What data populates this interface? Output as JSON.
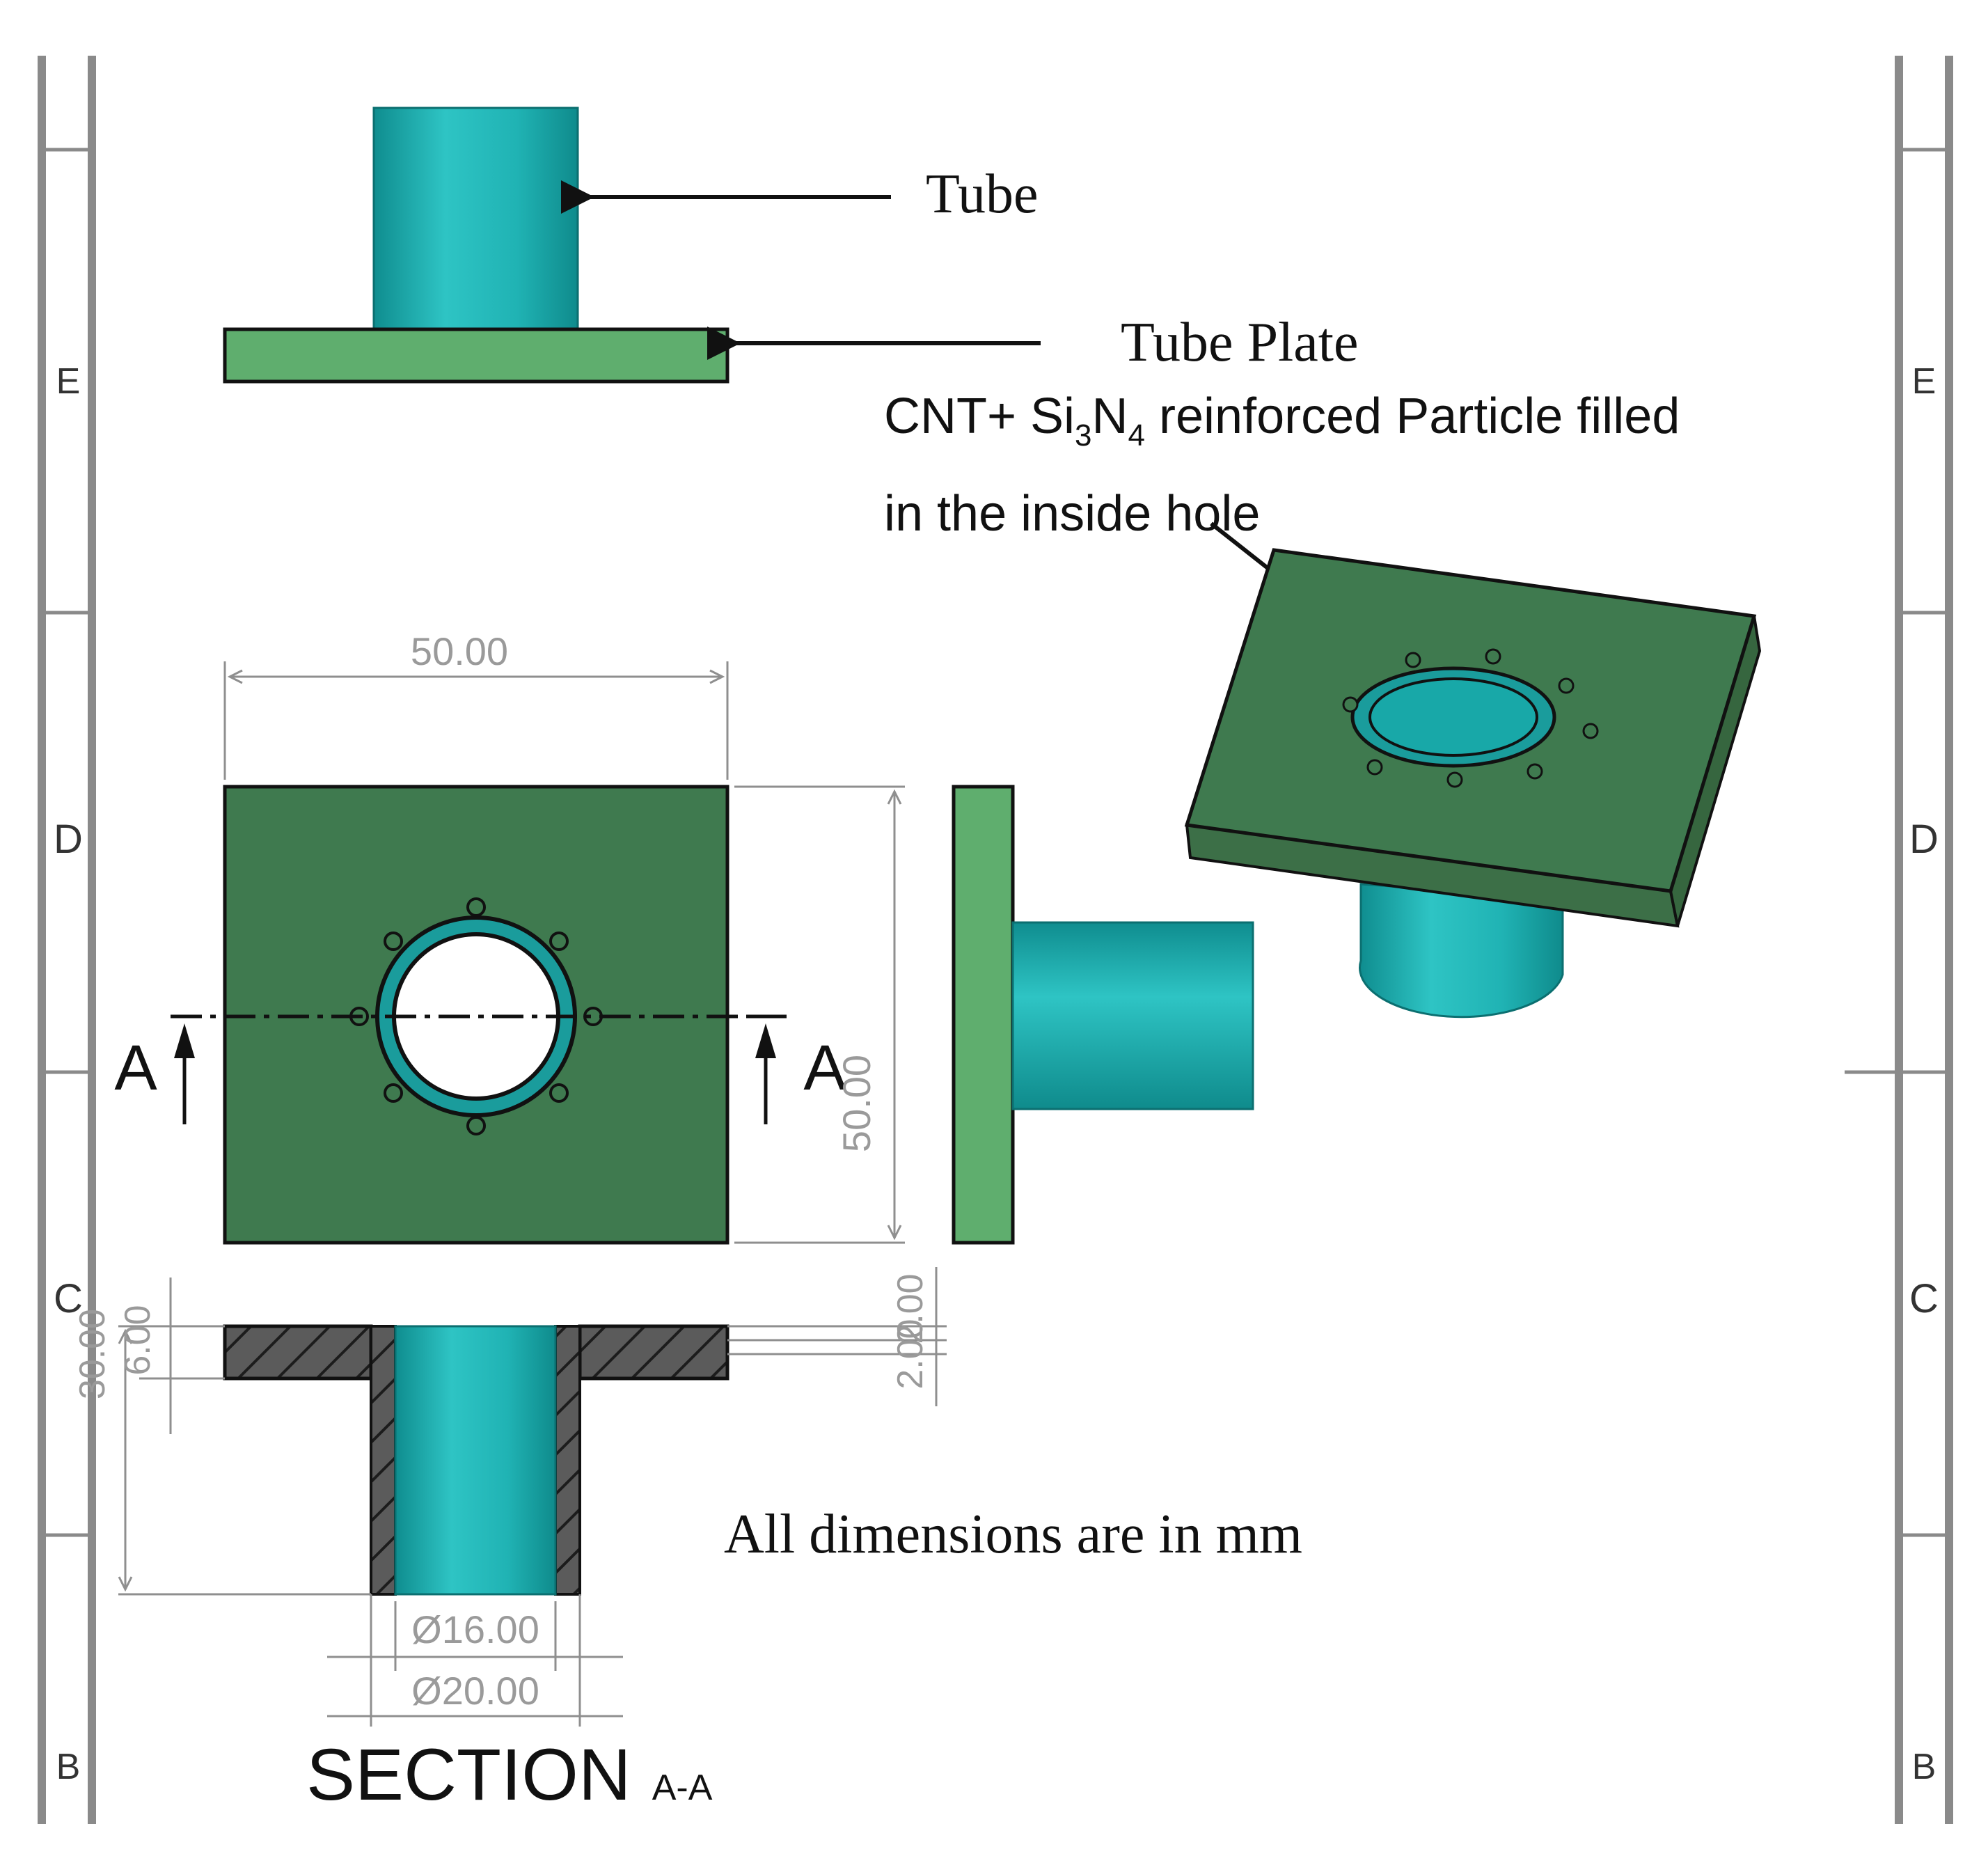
{
  "labels": {
    "tube": "Tube",
    "tube_plate": "Tube Plate",
    "filled_line1_a": "CNT+ Si",
    "filled_sub1": "3",
    "filled_line1_b": "N",
    "filled_sub2": "4",
    "filled_line1_c": " reinforced Particle filled",
    "filled_line2": "in the inside hole",
    "units_note": "All dimensions are in mm"
  },
  "section": {
    "title": "SECTION",
    "suffix": "A-A",
    "marker_left": "A",
    "marker_right": "A"
  },
  "dimensions": {
    "width": "50.00",
    "height": "50.00",
    "plate_thickness_top": "2.00",
    "plate_thickness_bottom": "2.00",
    "tube_length": "30.00",
    "plate_thickness": "6.00",
    "inner_diameter": "Ø16.00",
    "outer_diameter": "Ø20.00"
  },
  "zones": {
    "left": [
      "E",
      "D",
      "C",
      "B"
    ],
    "right": [
      "E",
      "D",
      "C",
      "B"
    ]
  },
  "colors": {
    "tube": "#1aa3a3",
    "tube_plate": "#5aa86a",
    "plate_face": "#3f7a4f",
    "section_hatch": "#555555"
  }
}
